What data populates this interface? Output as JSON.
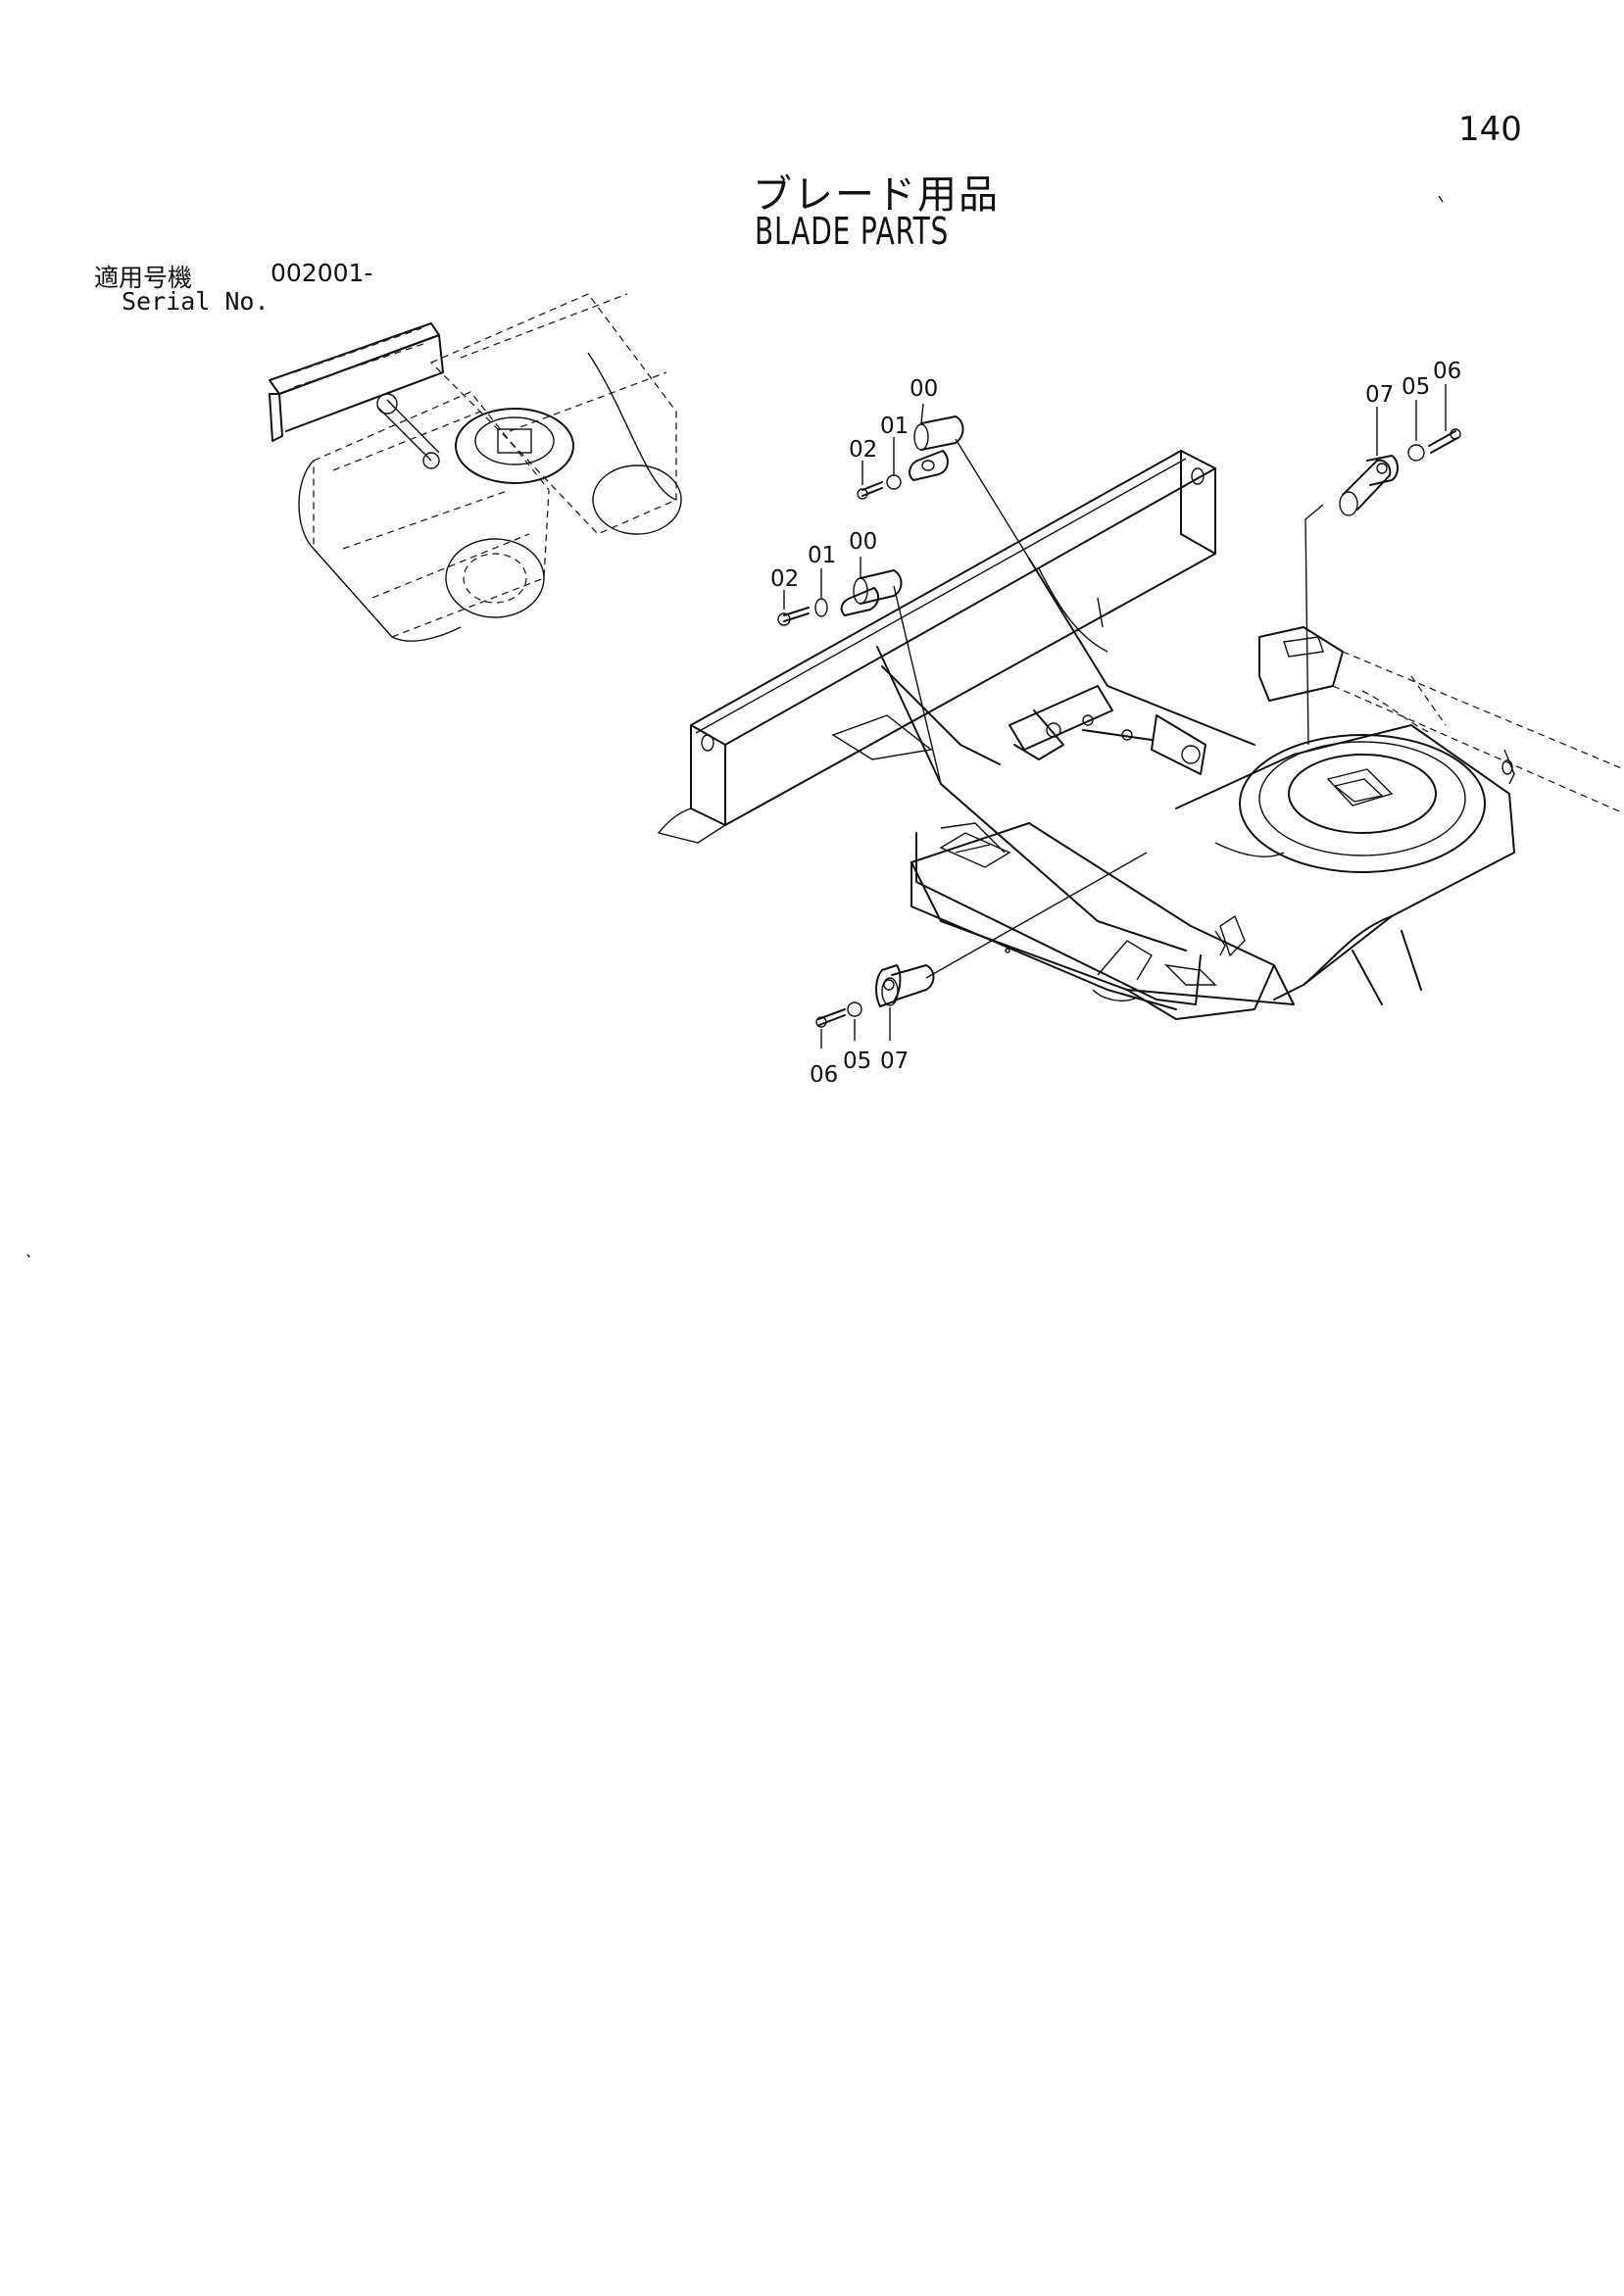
{
  "page": {
    "number": "140",
    "title_jp": "ブレード用品",
    "title_en": "BLADE PARTS"
  },
  "serial": {
    "label_jp": "適用号機",
    "value": "002001-",
    "label_en": "Serial No."
  },
  "callouts": {
    "upper_pin": [
      "00",
      "01",
      "02"
    ],
    "middle_pin": [
      "00",
      "01",
      "02"
    ],
    "right_pin": [
      "07",
      "05",
      "06"
    ],
    "bottom_pin": [
      "06",
      "05",
      "07"
    ]
  }
}
